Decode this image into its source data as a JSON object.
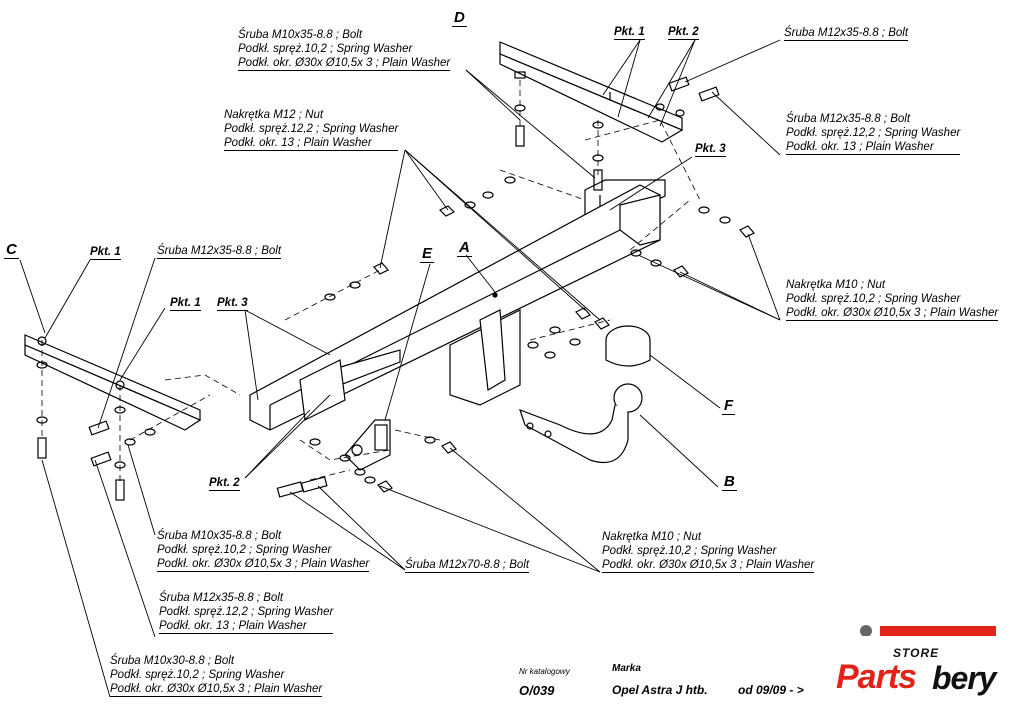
{
  "parts": {
    "A": "A",
    "B": "B",
    "C": "C",
    "D": "D",
    "E": "E",
    "F": "F"
  },
  "pkt": {
    "pkt1": "Pkt. 1",
    "pkt2": "Pkt. 2",
    "pkt3": "Pkt. 3"
  },
  "labels": {
    "d_bolt_set": [
      "Śruba M10x35-8.8 ;  Bolt",
      "Podkł. spręż.10,2 ; Spring Washer",
      "Podkł. okr.  Ø30x Ø10,5x 3 ; Plain Washer"
    ],
    "nut_m12_set": [
      "Nakrętka  M12 ; Nut",
      "Podkł. spręż.12,2 ; Spring Washer",
      "Podkł. okr. 13 ; Plain Washer"
    ],
    "d_right_bolt": [
      "Śruba M12x35-8.8 ;  Bolt"
    ],
    "d_right_set": [
      "Śruba M12x35-8.8 ;  Bolt",
      "Podkł. spręż.12,2 ; Spring Washer",
      "Podkł. okr. 13 ; Plain Washer"
    ],
    "nut_m10_right": [
      "Nakrętka  M10 ; Nut",
      "Podkł. spręż.10,2 ; Spring Washer",
      "Podkł. okr.  Ø30x Ø10,5x 3 ; Plain Washer"
    ],
    "c_bolt": [
      "Śruba M12x35-8.8 ;  Bolt"
    ],
    "c_m10_set": [
      "Śruba M10x35-8.8 ;  Bolt",
      "Podkł. spręż.10,2 ; Spring Washer",
      "Podkł. okr.  Ø30x Ø10,5x 3 ; Plain Washer"
    ],
    "c_m12_set": [
      "Śruba M12x35-8.8 ;  Bolt",
      "Podkł. spręż.12,2 ; Spring Washer",
      "Podkł. okr. 13 ; Plain Washer"
    ],
    "c_m10x30_set": [
      "Śruba M10x30-8.8 ;  Bolt",
      "Podkł. spręż.10,2 ; Spring Washer",
      "Podkł. okr.  Ø30x Ø10,5x 3 ; Plain Washer"
    ],
    "m12x70": [
      "Śruba M12x70-8.8 ;  Bolt"
    ],
    "nut_m10_bottom": [
      "Nakrętka  M10 ; Nut",
      "Podkł. spręż.10,2 ; Spring Washer",
      "Podkł. okr.  Ø30x Ø10,5x 3 ; Plain Washer"
    ]
  },
  "footer": {
    "catalog_label": "Nr katalogowy",
    "catalog_value": "O/039",
    "brand_label": "Marka",
    "brand_value": "Opel Astra J htb.",
    "date_value": "od 09/09 - >"
  },
  "watermark": {
    "store": "STORE",
    "parts": "Parts",
    "bery": "bery"
  },
  "colors": {
    "line": "#000000",
    "watermark_red": "#e2231a"
  }
}
